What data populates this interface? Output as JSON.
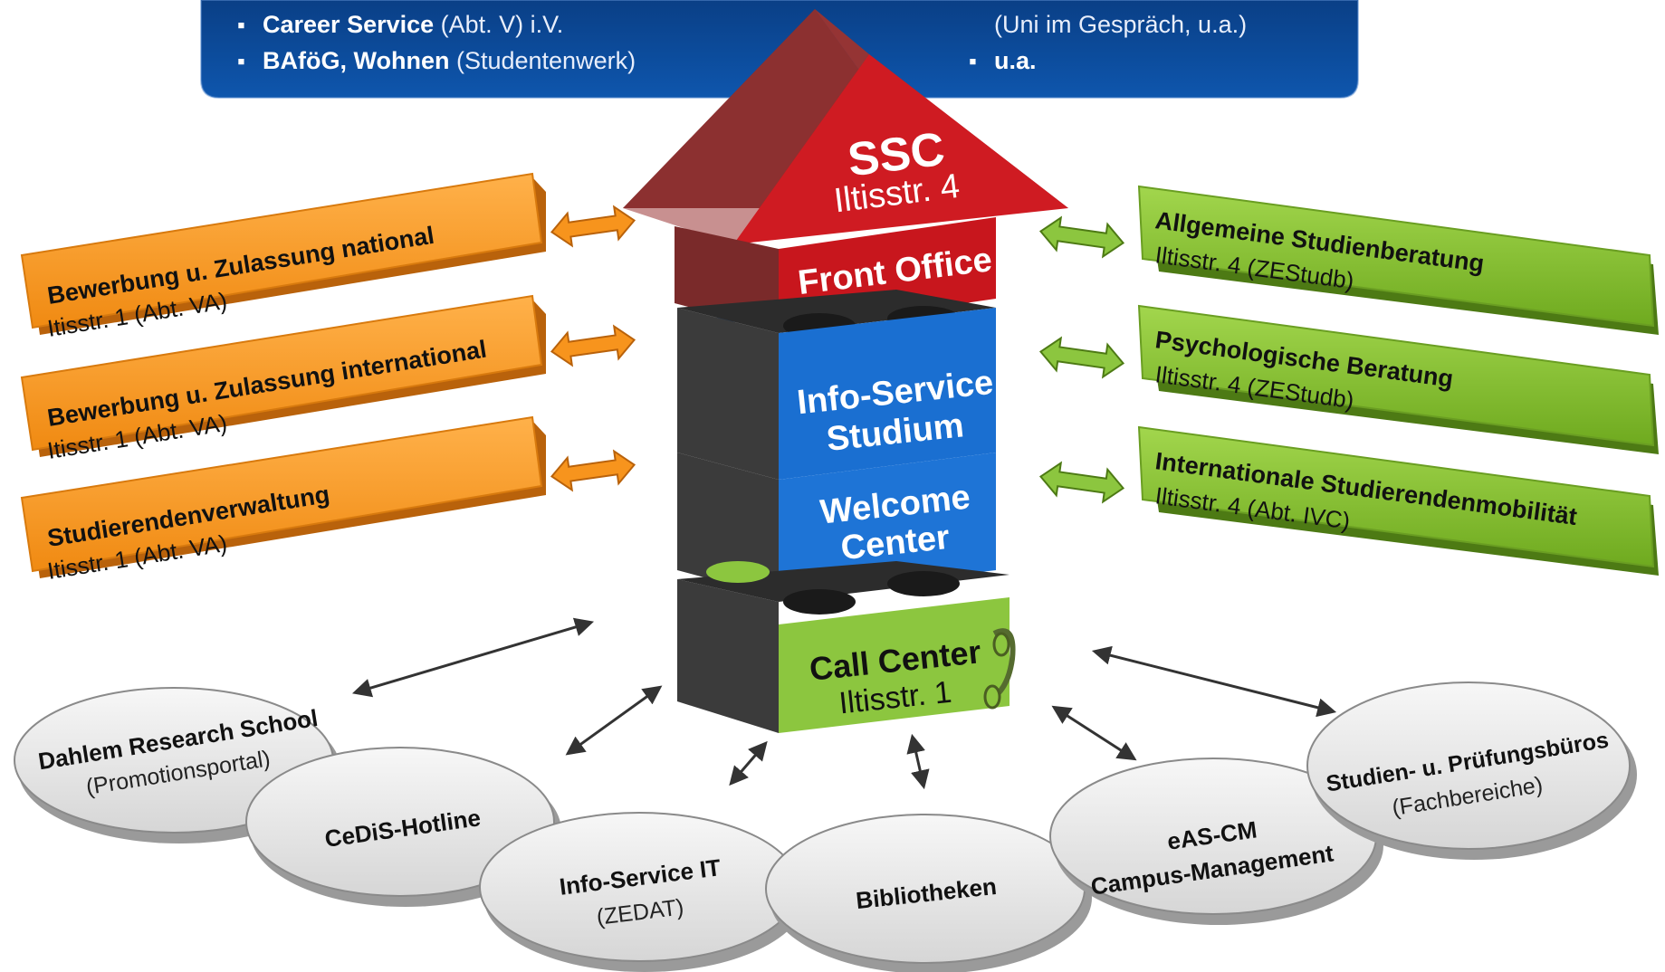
{
  "banner": {
    "left_items": [
      {
        "bold": "Career Service",
        "rest": " (Abt. V) i.V."
      },
      {
        "bold": "BAföG, Wohnen",
        "rest": " (Studentenwerk)"
      }
    ],
    "right_items": [
      {
        "bold": "",
        "rest": "(Uni im Gespräch, u.a.)"
      },
      {
        "bold": "u.a.",
        "rest": ""
      }
    ],
    "bullet": "▪"
  },
  "house": {
    "roof_title": "SSC",
    "roof_subtitle": "Iltisstr. 4",
    "front_office": "Front Office",
    "info_line1": "Info-Service",
    "info_line2": "Studium",
    "welcome_line1": "Welcome",
    "welcome_line2": "Center",
    "call_line1": "Call Center",
    "call_line2": "Iltisstr. 1"
  },
  "left_boxes": [
    {
      "title": "Bewerbung u. Zulassung national",
      "sub": "Itisstr. 1 (Abt. VA)"
    },
    {
      "title": "Bewerbung u. Zulassung international",
      "sub": "Itisstr. 1 (Abt. VA)"
    },
    {
      "title": "Studierendenverwaltung",
      "sub": "Itisstr. 1 (Abt. VA)"
    }
  ],
  "right_boxes": [
    {
      "title": "Allgemeine Studienberatung",
      "sub": "Iltisstr. 4 (ZEStudb)"
    },
    {
      "title": "Psychologische Beratung",
      "sub": "Iltisstr. 4 (ZEStudb)"
    },
    {
      "title": "Internationale Studierendenmobilität",
      "sub": "Iltisstr. 4 (Abt. IVC)"
    }
  ],
  "ellipses": [
    {
      "line1": "Dahlem Research School",
      "line2": "(Promotionsportal)"
    },
    {
      "line1": "CeDiS-Hotline",
      "line2": ""
    },
    {
      "line1": "Info-Service IT",
      "line2": "(ZEDAT)"
    },
    {
      "line1": "Bibliotheken",
      "line2": ""
    },
    {
      "line1": "eAS-CM",
      "line2": "Campus-Management"
    },
    {
      "line1": "Studien- u. Prüfungsbüros",
      "line2": "(Fachbereiche)"
    }
  ],
  "colors": {
    "banner": "#0b4a9a",
    "roof_red": "#c8161d",
    "roof_dark": "#7b2a2a",
    "blue_block": "#1a6fd1",
    "green_block": "#8cc63f",
    "orange_box": "#f7941d",
    "green_box": "#86c232",
    "ellipse": "#e6e6e6"
  }
}
